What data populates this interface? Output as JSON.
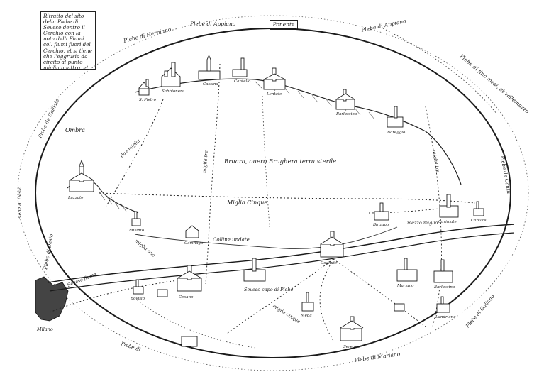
{
  "map": {
    "cartouche_text": "Ritratto del sito della Plebe di Seveso dentro il Cerchio con la nota delli Fiumi col. flumi fuori del Cerchio, et si tiene che l'eggrusia da circito al punto miglia quattro, et le lunghezza del Mullenger[?] di contornione miglia sei",
    "compass_box": "Ponente",
    "border_labels": {
      "top_left_1": "Plebe di Herniano",
      "top_left_2": "Plebe di Appiano",
      "top_right_1": "Plebe di Appiano",
      "top_right_2": "Plebe di fino mesi, et vallemuzzo",
      "left_1": "Plebe de Galliate",
      "left_2": "Plebe di Desio",
      "left_box": "Plebe di Desio",
      "bottom_left": "Plebe di",
      "bottom_mid": "Plebe di Mariano",
      "right_1": "Plebe de Cantu",
      "right_2": "Plebe di Galiano"
    },
    "interior_labels": {
      "brughiera": "Bruara, ouero Brughera terra sterile",
      "miglia_cinque": "Miglia Cinque",
      "colline": "Colline undate",
      "ombra": "Ombra",
      "due_miglia": "due miglia",
      "miglia_tre": "miglia tre",
      "miglia_una": "miglia una",
      "mezzo_miglio": "mezzo miglio",
      "miglia_tre_vert": "miglia tre",
      "miglia_cinque_2": "miglia cinque",
      "fiume": "Seveso fiume",
      "terra_di_seveso": "Seveso capo di Plebe",
      "milano": "Milano"
    },
    "place_labels": [
      "S. Pietro",
      "Sabbionera",
      "Cassina",
      "Cantello",
      "Lentate",
      "Barlassina",
      "Bareggio",
      "Lazzate",
      "Cogliate",
      "Misinto",
      "Camnago",
      "Meda",
      "Seregno",
      "Cesano",
      "Bovisio",
      "Binzago",
      "Cabiate",
      "Carimate",
      "Mariano",
      "Barlassina",
      "Landriano"
    ]
  }
}
